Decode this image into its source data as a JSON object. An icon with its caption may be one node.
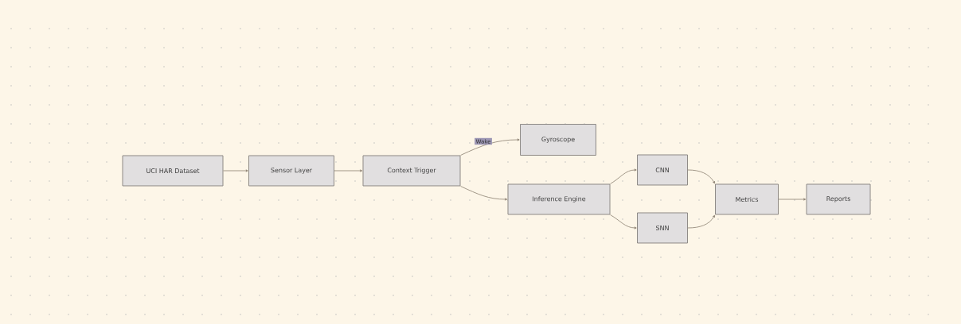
{
  "diagram": {
    "nodes": [
      {
        "text": [
          "UCI HAR Dataset"
        ]
      },
      {
        "text": [
          "Sensor Layer"
        ]
      },
      {
        "text": [
          "Context Trigger"
        ]
      },
      {
        "text": [
          "Gyroscope"
        ]
      },
      {
        "text": [
          "Inference Engine"
        ]
      },
      {
        "text": [
          "CNN"
        ]
      },
      {
        "text": [
          "SNN"
        ]
      },
      {
        "text": [
          "Metrics"
        ]
      },
      {
        "text": [
          "Reports"
        ]
      }
    ],
    "edges": [
      {
        "from": 0,
        "to": 1,
        "arrow": "to"
      },
      {
        "from": 1,
        "to": 2,
        "arrow": "to"
      },
      {
        "from": 2,
        "to": 3,
        "arrow": "to",
        "label": "Wake"
      },
      {
        "from": 2,
        "to": 4,
        "arrow": "to"
      },
      {
        "from": 4,
        "to": 5,
        "arrow": "to"
      },
      {
        "from": 4,
        "to": 6,
        "arrow": "to"
      },
      {
        "from": 5,
        "to": 7,
        "arrow": "to"
      },
      {
        "from": 6,
        "to": 7,
        "arrow": "to"
      },
      {
        "from": 7,
        "to": 8,
        "arrow": "to"
      }
    ]
  }
}
